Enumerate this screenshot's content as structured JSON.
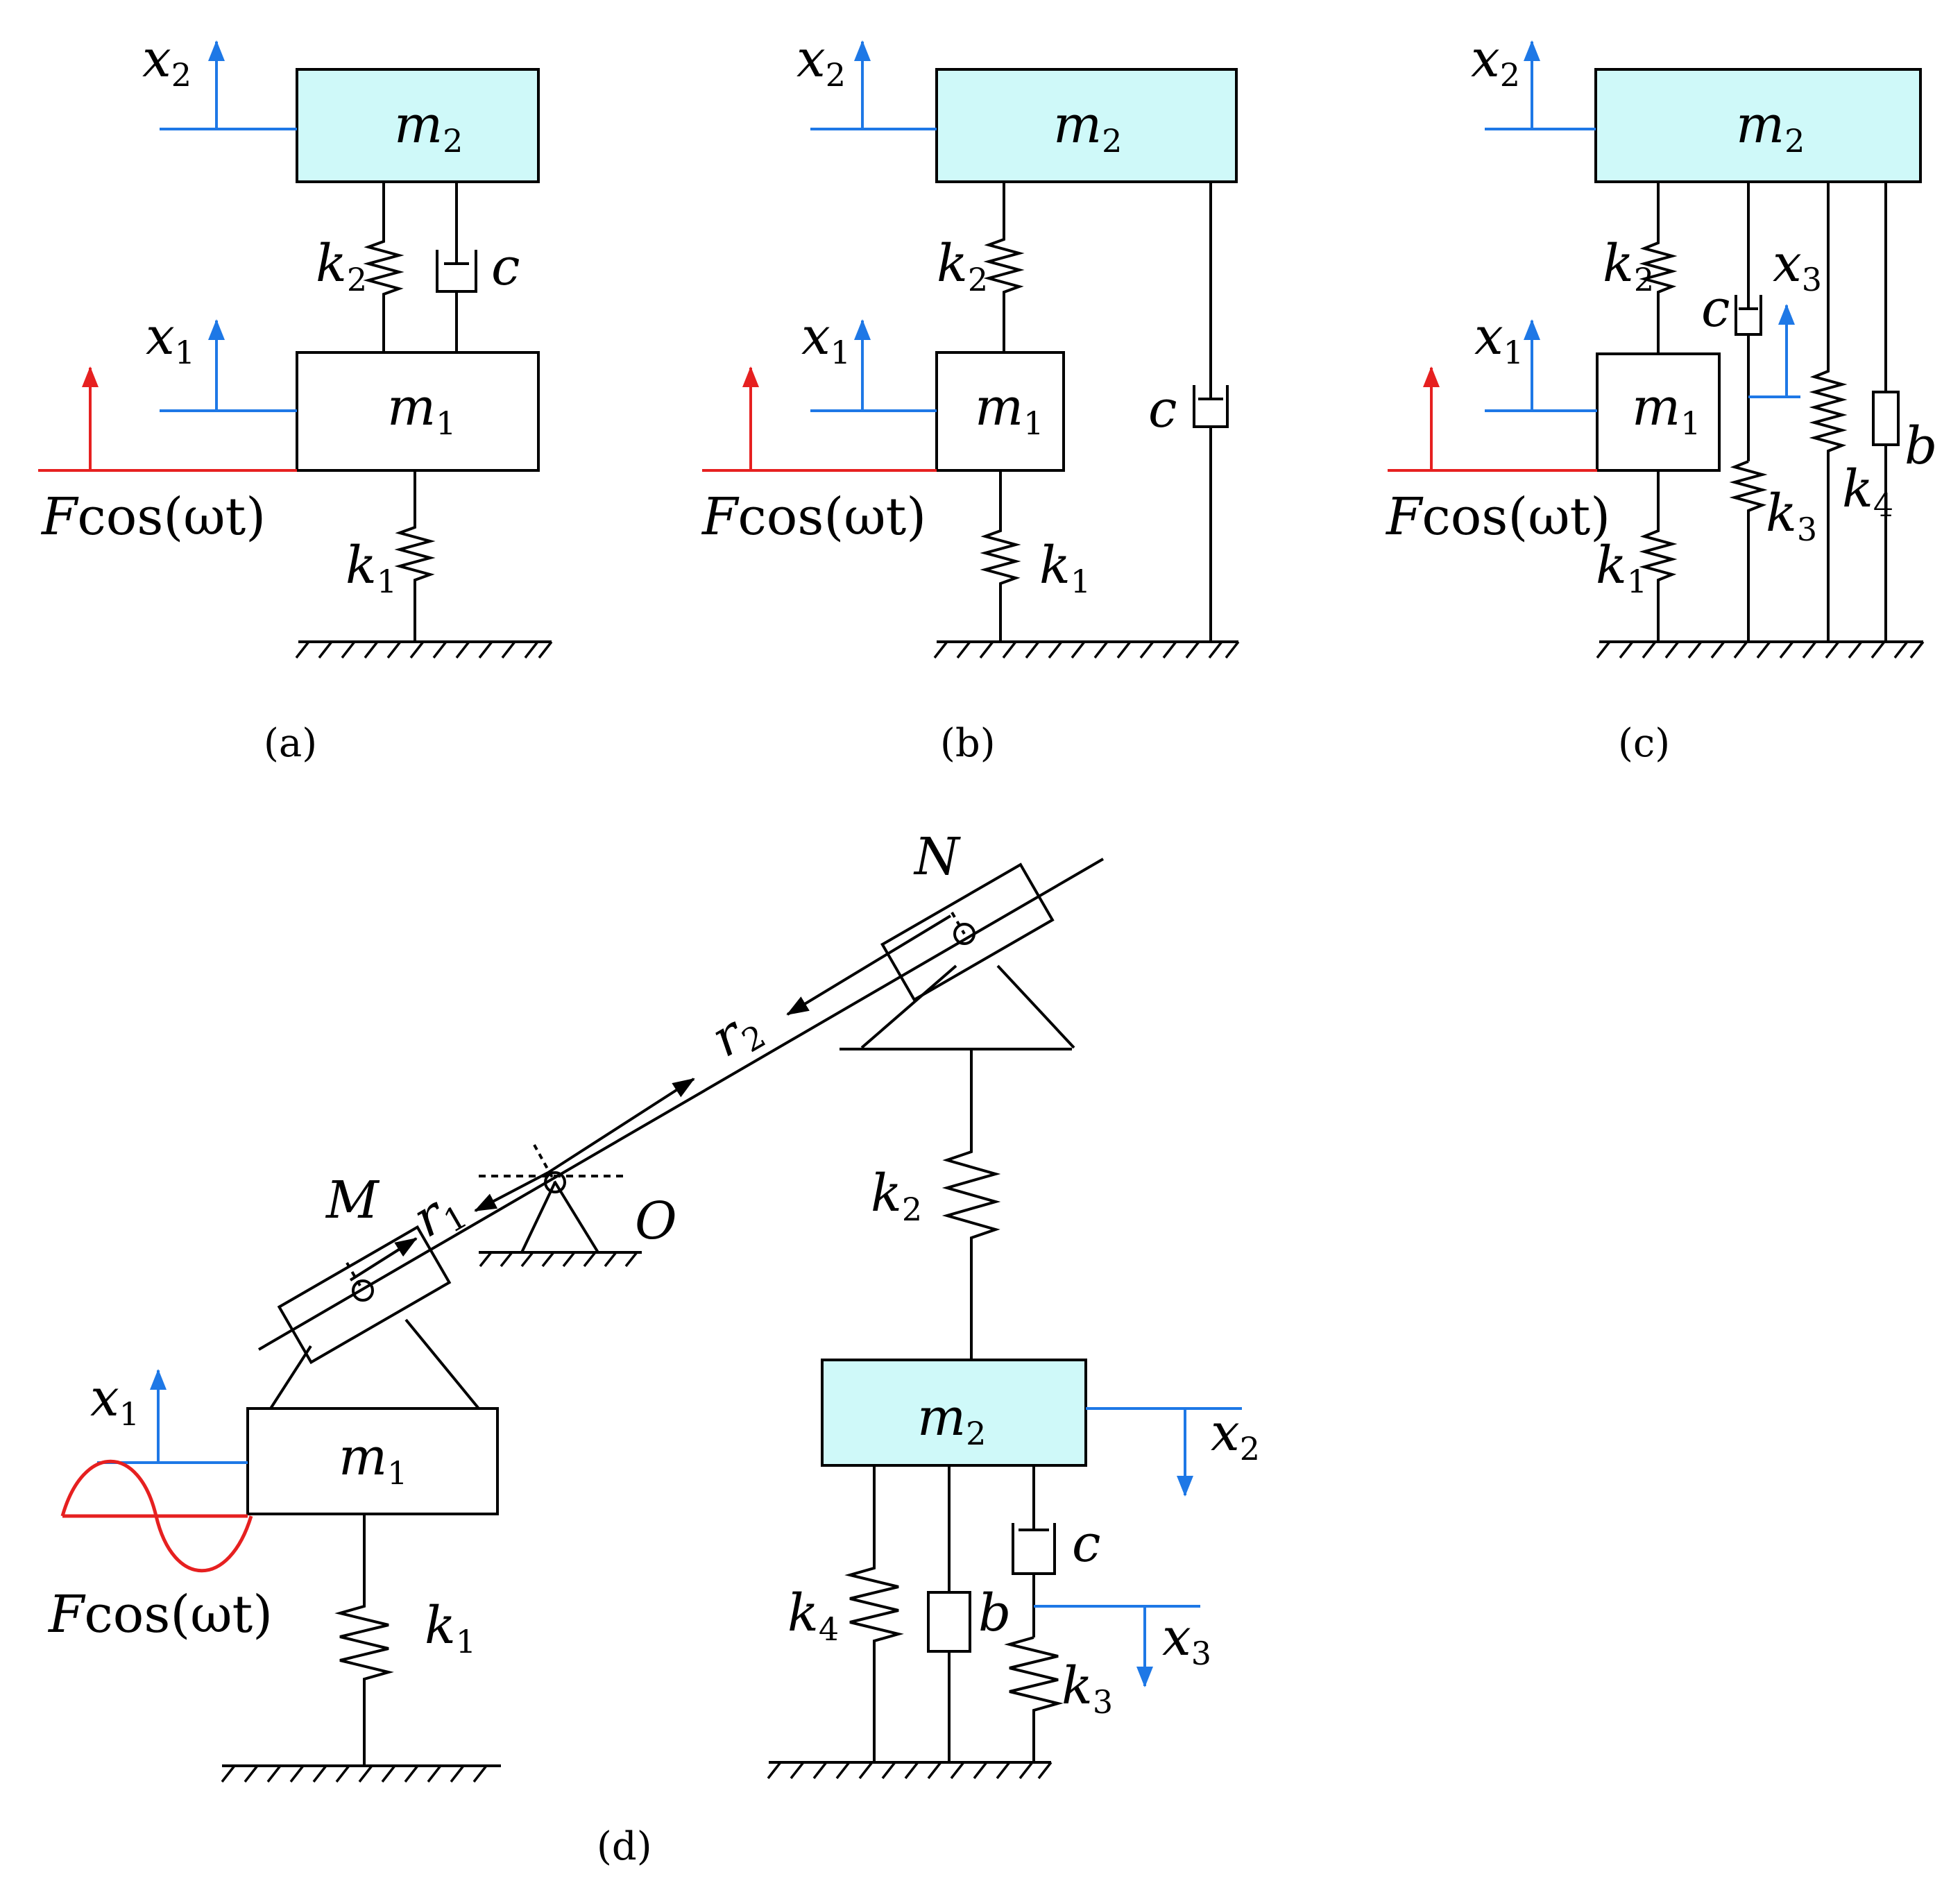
{
  "colors": {
    "heavy_mass_fill": "#cff9f9",
    "light_mass_fill": "#ffffff",
    "displacement": "#1e78e6",
    "excitation": "#e62020",
    "structure": "#000000"
  },
  "panels": {
    "a": {
      "caption": "(a)"
    },
    "b": {
      "caption": "(b)"
    },
    "c": {
      "caption": "(c)"
    },
    "d": {
      "caption": "(d)"
    }
  },
  "symbols": {
    "x": "x",
    "m": "m",
    "k": "k",
    "c": "c",
    "b": "b",
    "sub1": "1",
    "sub2": "2",
    "sub3": "3",
    "sub4": "4",
    "force_F": "F",
    "force_rest": "cos(ωt)",
    "r": "r",
    "M": "M",
    "N": "N",
    "O": "O"
  }
}
